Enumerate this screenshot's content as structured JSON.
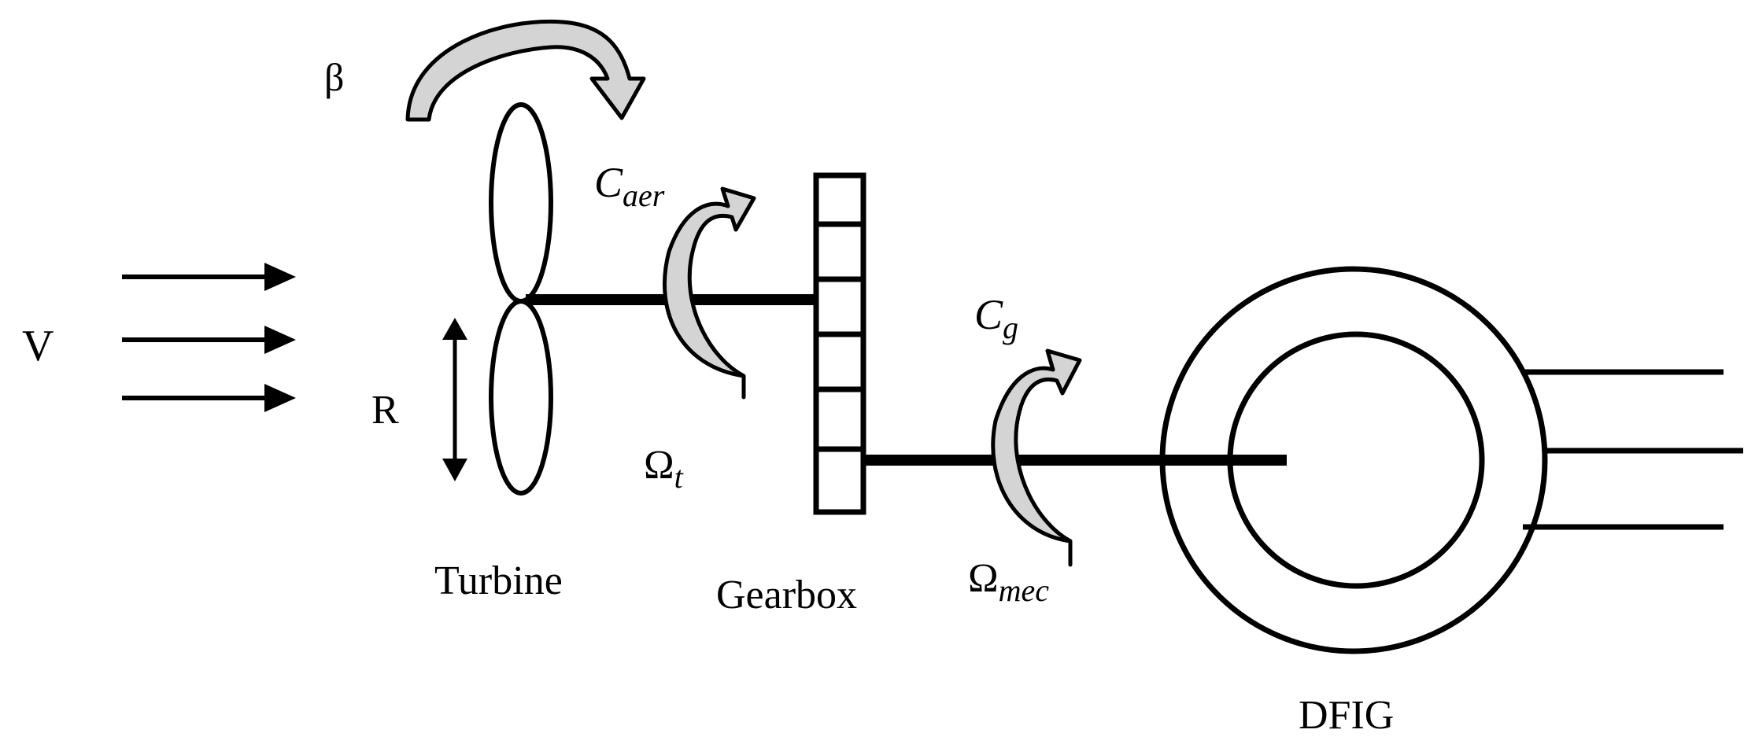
{
  "labels": {
    "wind_speed": "V",
    "pitch_angle": "β",
    "radius": "R",
    "turbine": "Turbine",
    "gearbox": "Gearbox",
    "generator": "DFIG"
  },
  "symbols": {
    "aero_torque": {
      "base": "C",
      "sub": "aer"
    },
    "turbine_speed": {
      "base": "Ω",
      "sub": "t"
    },
    "generator_torque": {
      "base": "C",
      "sub": "g"
    },
    "mech_speed": {
      "base": "Ω",
      "sub": "mec"
    }
  },
  "colors": {
    "stroke": "#000000",
    "arrow_fill": "#d4d4d4",
    "background": "#ffffff"
  }
}
